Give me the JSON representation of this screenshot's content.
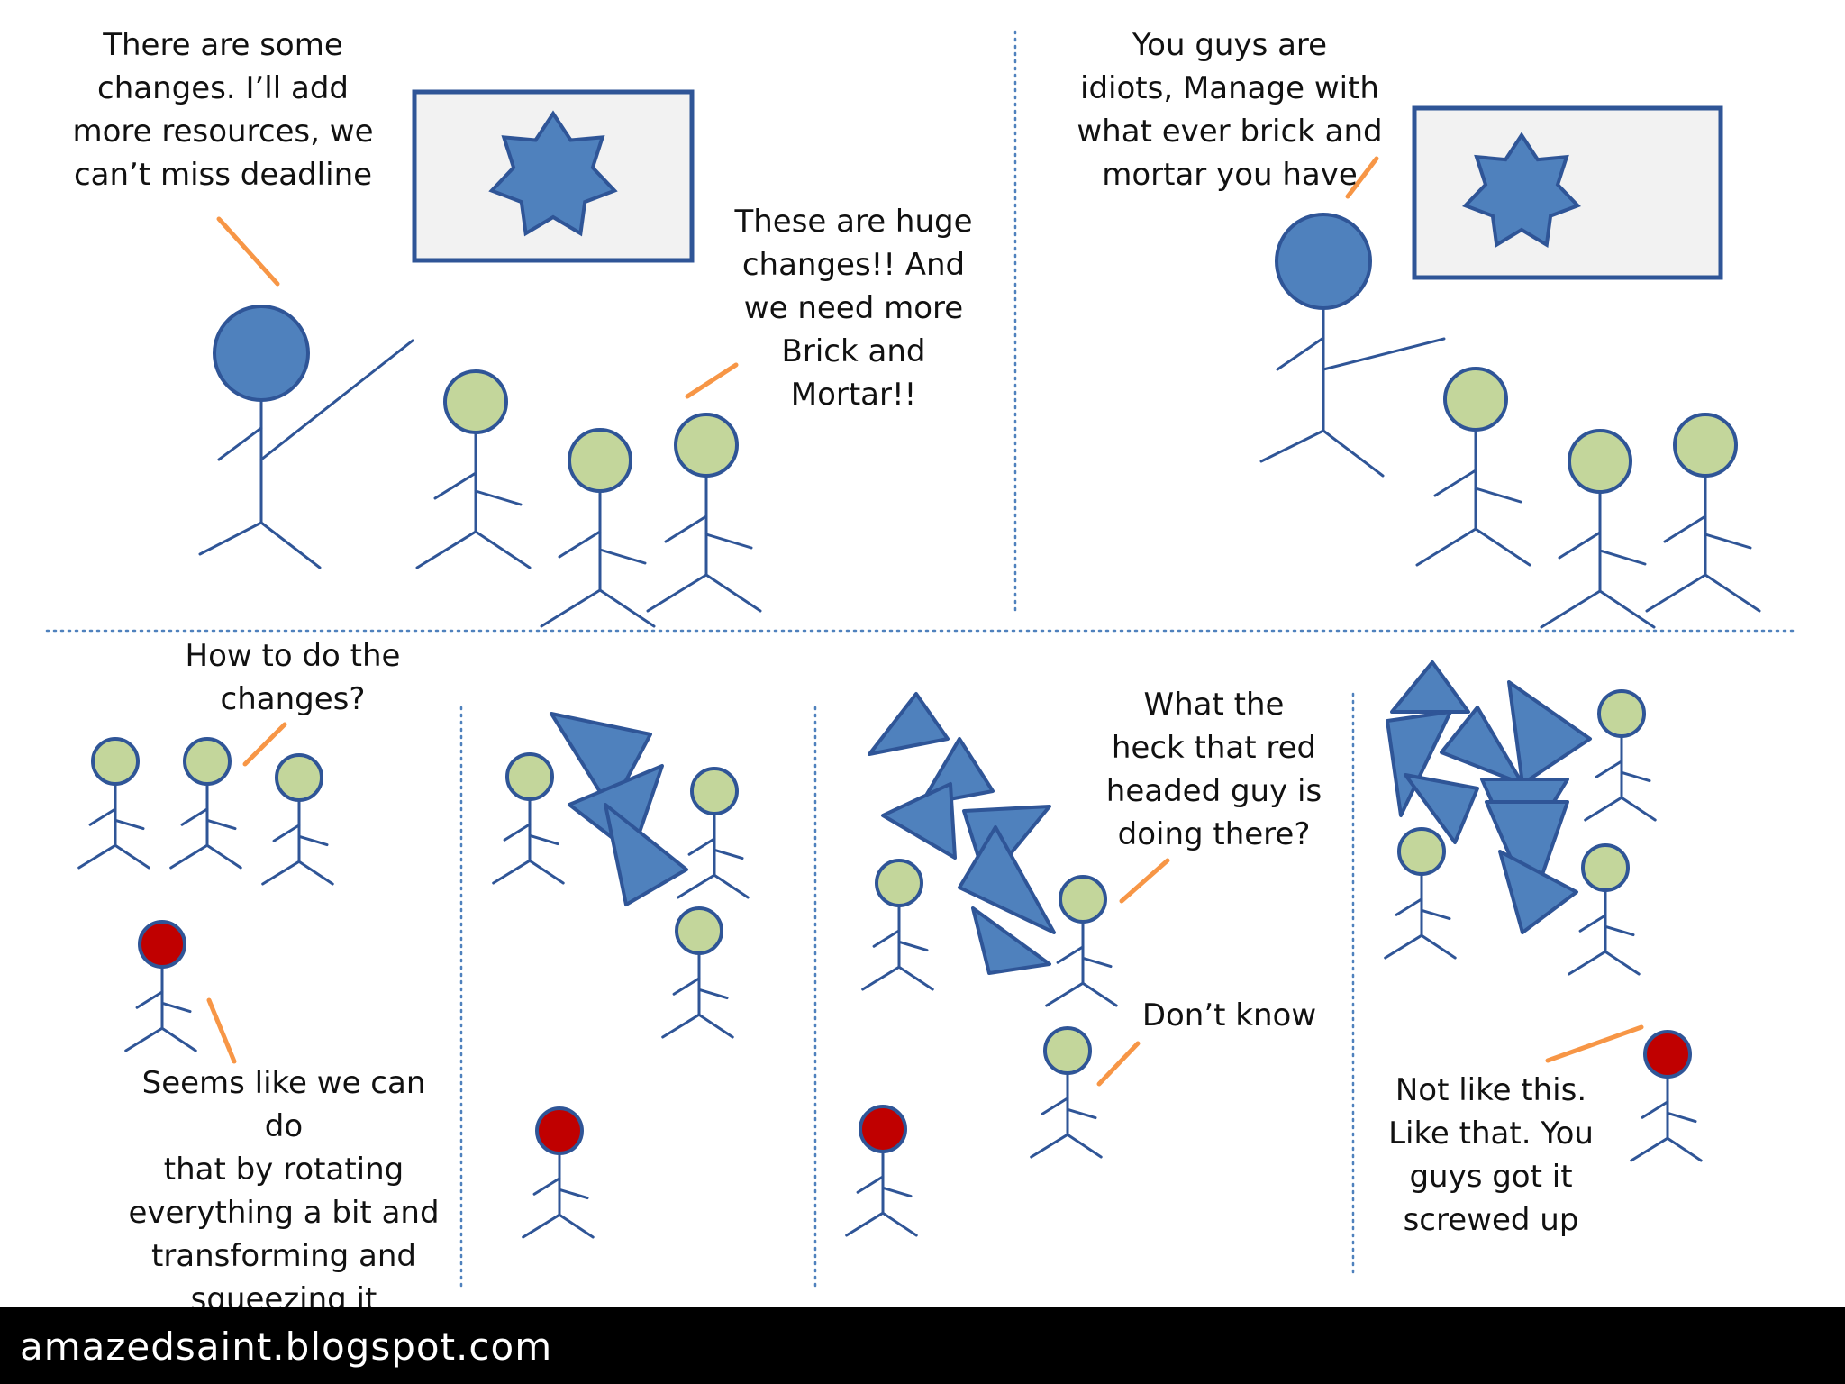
{
  "colors": {
    "boss": "#4f81bd",
    "outline": "#2f5597",
    "worker": "#c3d69b",
    "red_head": "#c00000",
    "speech_line": "#f79646",
    "divider": "#4f81bd",
    "footer_bg": "#000000",
    "footer_text": "#ffffff"
  },
  "panels": {
    "panel1": {
      "boss_speech": "There are some\nchanges. I’ll add\nmore resources, we\ncan’t miss deadline",
      "worker_speech": "These are huge\nchanges!! And\nwe  need more\nBrick and\nMortar!!"
    },
    "panel2": {
      "boss_speech": "You guys are\nidiots, Manage with\nwhat ever brick and\nmortar you have"
    },
    "panel3": {
      "worker_speech": "How to do the\nchanges?",
      "red_speech": "Seems like we can do\nthat by rotating\neverything a bit and\ntransforming and\nsqueezing it"
    },
    "panel5": {
      "question": "What  the\nheck that red\nheaded guy is\ndoing there?",
      "answer": "Don’t know"
    },
    "panel6": {
      "red_speech": "Not like this.\nLike that. You\nguys got it\nscrewed up"
    }
  },
  "footer": {
    "text": "amazedsaint.blogspot.com"
  }
}
